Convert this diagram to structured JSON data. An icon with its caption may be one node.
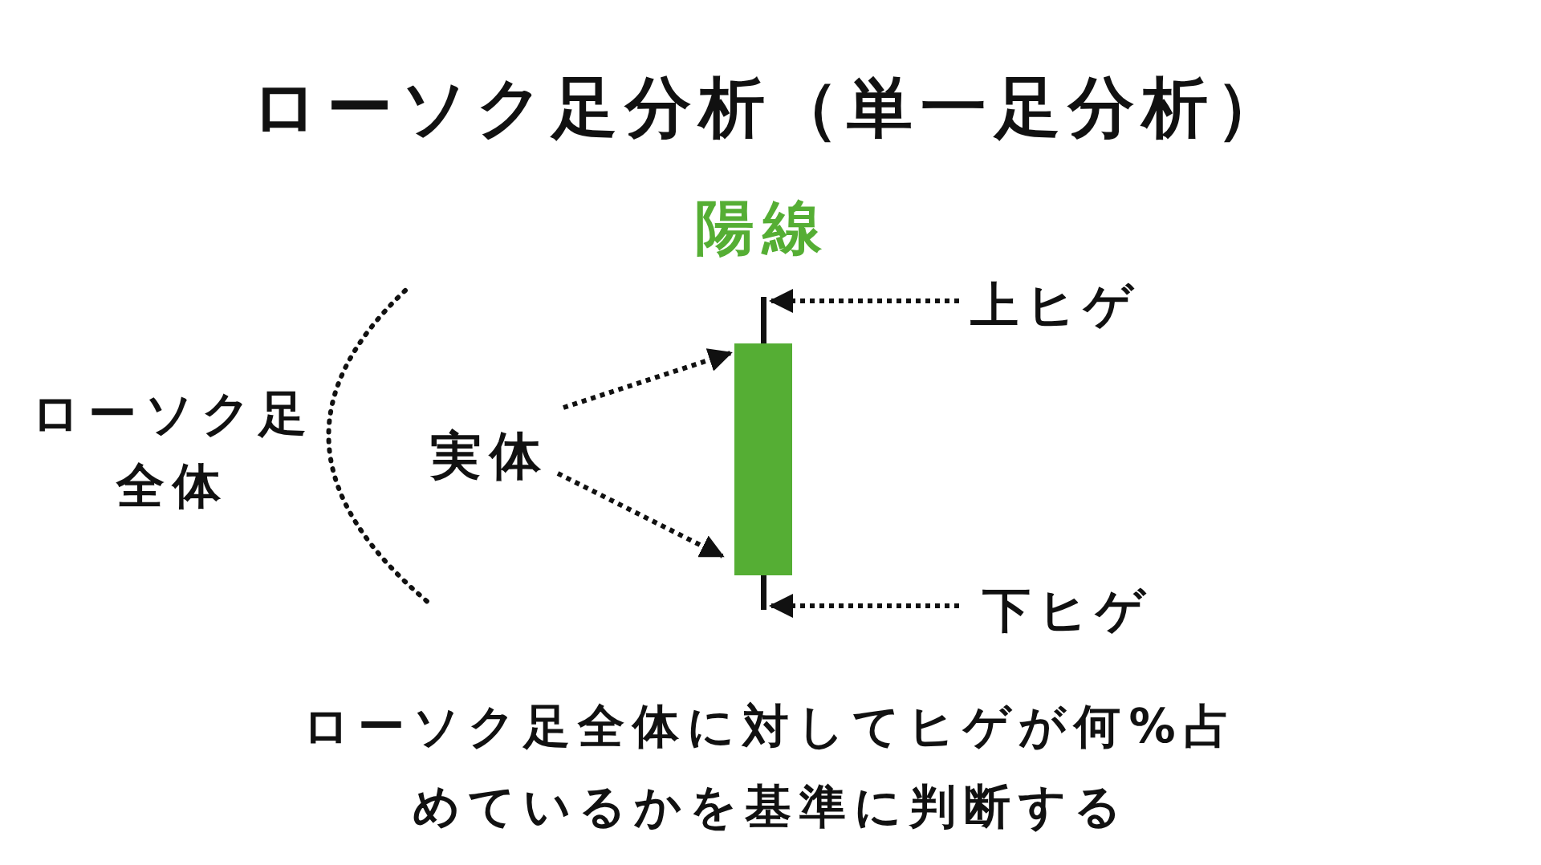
{
  "diagram": {
    "title": "ローソク足分析（単一足分析）",
    "caption": "ローソク足全体に対してヒゲが何%占めているかを基準に判断する",
    "nodes": [
      {
        "text": [
          "ローソク足全体"
        ]
      },
      {
        "text": [
          "実体"
        ]
      },
      {
        "text": [],
        "shape": "bar"
      },
      {
        "text": [],
        "shape": "box"
      },
      {
        "text": [],
        "shape": "bar"
      },
      {
        "text": [
          "上ヒゲ"
        ]
      },
      {
        "text": [
          "下ヒゲ"
        ]
      }
    ],
    "edges": [
      {
        "from": 1,
        "to": 3,
        "arrow": "to",
        "style": "dashed"
      },
      {
        "from": 1,
        "to": 3,
        "arrow": "to",
        "style": "dashed"
      },
      {
        "from": 5,
        "to": 2,
        "arrow": "to",
        "style": "dashed"
      },
      {
        "from": 6,
        "to": 4,
        "arrow": "to",
        "style": "dashed"
      }
    ],
    "labels": [
      "陽線"
    ]
  }
}
